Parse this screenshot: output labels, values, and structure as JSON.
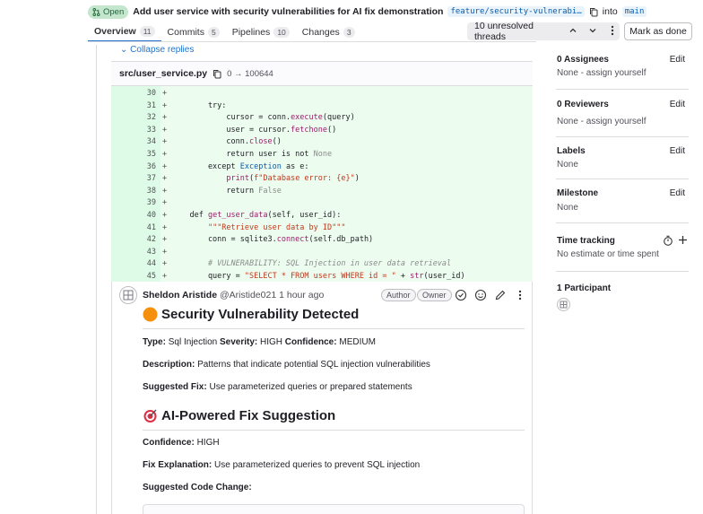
{
  "header": {
    "status": "Open",
    "title": "Add user service with security vulnerabilities for AI fix demonstration",
    "source_branch": "feature/security-vulnerabi…",
    "into_label": "into",
    "target_branch": "main"
  },
  "tabs": [
    {
      "label": "Overview",
      "count": "11"
    },
    {
      "label": "Commits",
      "count": "5"
    },
    {
      "label": "Pipelines",
      "count": "10"
    },
    {
      "label": "Changes",
      "count": "3"
    }
  ],
  "threads": {
    "label": "10 unresolved threads"
  },
  "mark_done": "Mark as done",
  "collapse_replies": "Collapse replies",
  "file": {
    "name": "src/user_service.py",
    "mode": "0 → 100644"
  },
  "diff_lines": [
    {
      "n": "30",
      "code": ""
    },
    {
      "n": "31",
      "code": "        try:"
    },
    {
      "n": "32",
      "code": "            cursor = conn.execute(query)"
    },
    {
      "n": "33",
      "code": "            user = cursor.fetchone()"
    },
    {
      "n": "34",
      "code": "            conn.close()"
    },
    {
      "n": "35",
      "code": "            return user is not None"
    },
    {
      "n": "36",
      "code": "        except Exception as e:"
    },
    {
      "n": "37",
      "code": "            print(f\"Database error: {e}\")"
    },
    {
      "n": "38",
      "code": "            return False"
    },
    {
      "n": "39",
      "code": ""
    },
    {
      "n": "40",
      "code": "    def get_user_data(self, user_id):"
    },
    {
      "n": "41",
      "code": "        \"\"\"Retrieve user data by ID\"\"\""
    },
    {
      "n": "42",
      "code": "        conn = sqlite3.connect(self.db_path)"
    },
    {
      "n": "43",
      "code": ""
    },
    {
      "n": "44",
      "code": "        # VULNERABILITY: SQL Injection in user data retrieval"
    },
    {
      "n": "45",
      "code": "        query = \"SELECT * FROM users WHERE id = \" + str(user_id)"
    }
  ],
  "comment": {
    "author": "Sheldon Aristide",
    "handle": "@Aristide021",
    "time": "1 hour ago",
    "badges": [
      "Author",
      "Owner"
    ],
    "heading1": "Security Vulnerability Detected",
    "type_label": "Type:",
    "type_value": "Sql Injection",
    "severity_label": "Severity:",
    "severity_value": "HIGH",
    "confidence_label": "Confidence:",
    "confidence_value": "MEDIUM",
    "description_label": "Description:",
    "description_value": "Patterns that indicate potential SQL injection vulnerabilities",
    "fix_label": "Suggested Fix:",
    "fix_value": "Use parameterized queries or prepared statements",
    "heading2": "AI-Powered Fix Suggestion",
    "confidence2_label": "Confidence:",
    "confidence2_value": "HIGH",
    "explanation_label": "Fix Explanation:",
    "explanation_value": "Use parameterized queries to prevent SQL injection",
    "code_change_label": "Suggested Code Change:"
  },
  "sidebar": {
    "assignees": {
      "title": "0 Assignees",
      "edit": "Edit",
      "value": "None - assign yourself"
    },
    "reviewers": {
      "title": "0 Reviewers",
      "edit": "Edit",
      "value": "None - assign yourself"
    },
    "labels": {
      "title": "Labels",
      "edit": "Edit",
      "value": "None"
    },
    "milestone": {
      "title": "Milestone",
      "edit": "Edit",
      "value": "None"
    },
    "time_tracking": {
      "title": "Time tracking",
      "value": "No estimate or time spent"
    },
    "participants": {
      "title": "1 Participant"
    }
  },
  "colors": {
    "accent": "#1f75cb",
    "added_bg": "#ecfdf0",
    "open_badge": "#c3e6cd"
  }
}
